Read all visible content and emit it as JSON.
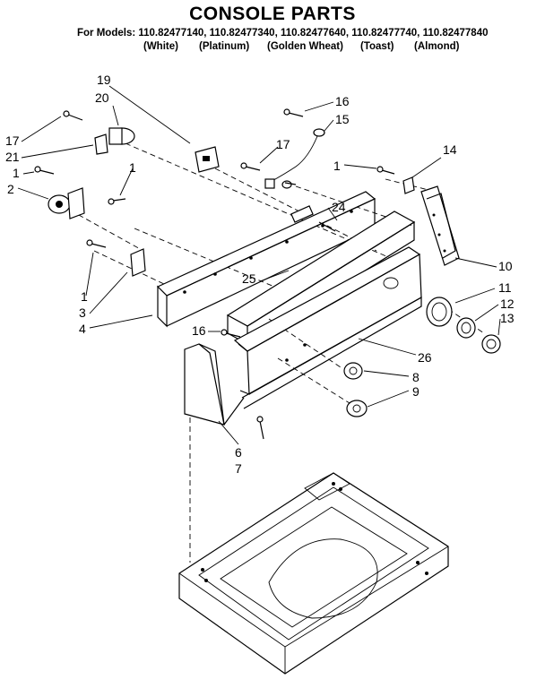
{
  "title": "CONSOLE PARTS",
  "models_line": "For Models: 110.82477140, 110.82477340, 110.82477640, 110.82477740, 110.82477840",
  "colors": [
    "(White)",
    "(Platinum)",
    "(Golden Wheat)",
    "(Toast)",
    "(Almond)"
  ],
  "callouts": {
    "c19": "19",
    "c20": "20",
    "c16a": "16",
    "c15": "15",
    "c17a": "17",
    "c14": "14",
    "c1a": "1",
    "c17b": "17",
    "c21": "21",
    "c1b": "1",
    "c2": "2",
    "c1c": "1",
    "c24": "24",
    "c10": "10",
    "c25": "25",
    "c1d": "1",
    "c3": "3",
    "c4": "4",
    "c11": "11",
    "c12": "12",
    "c13": "13",
    "c16b": "16",
    "c26": "26",
    "c8": "8",
    "c9": "9",
    "c6": "6",
    "c7": "7"
  }
}
